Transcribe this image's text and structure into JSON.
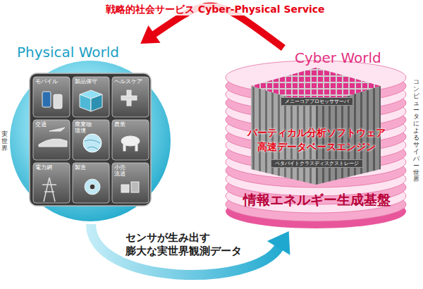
{
  "diagram": {
    "nodes": [
      {
        "text": [
          "Physical World"
        ]
      },
      {
        "text": [
          "モバイル"
        ],
        "in": 0
      },
      {
        "text": [
          "製品保守"
        ],
        "in": 0
      },
      {
        "text": [
          "ヘルスケア"
        ],
        "in": 0
      },
      {
        "text": [
          "交通"
        ],
        "in": 0
      },
      {
        "text": [
          "廃棄物 環境"
        ],
        "in": 0
      },
      {
        "text": [
          "農業"
        ],
        "in": 0
      },
      {
        "text": [
          "電力網"
        ],
        "in": 0
      },
      {
        "text": [
          "製造"
        ],
        "in": 0
      },
      {
        "text": [
          "小売 流通"
        ],
        "in": 0
      },
      {
        "text": [
          "Cyber World",
          "バーティカル分析ソフトウェア",
          "高速データベースエンジン",
          "情報エネルギー生成基盤"
        ]
      },
      {
        "text": [
          "メニーコアプロセッササーバ"
        ],
        "in": 10
      },
      {
        "text": [
          "ペタバイトクラスディスクストレージ"
        ],
        "in": 10
      }
    ],
    "edges": [
      {
        "from": 10,
        "to": 0,
        "arrow": "to",
        "label": "戦略的社会サービス Cyber-Physical Service"
      },
      {
        "from": 0,
        "to": 10,
        "arrow": "to",
        "label": "センサが生み出す 膨大な実世界観測データ"
      }
    ],
    "labels": [
      "実世界",
      "コンピュータによるサイバー世界"
    ]
  }
}
